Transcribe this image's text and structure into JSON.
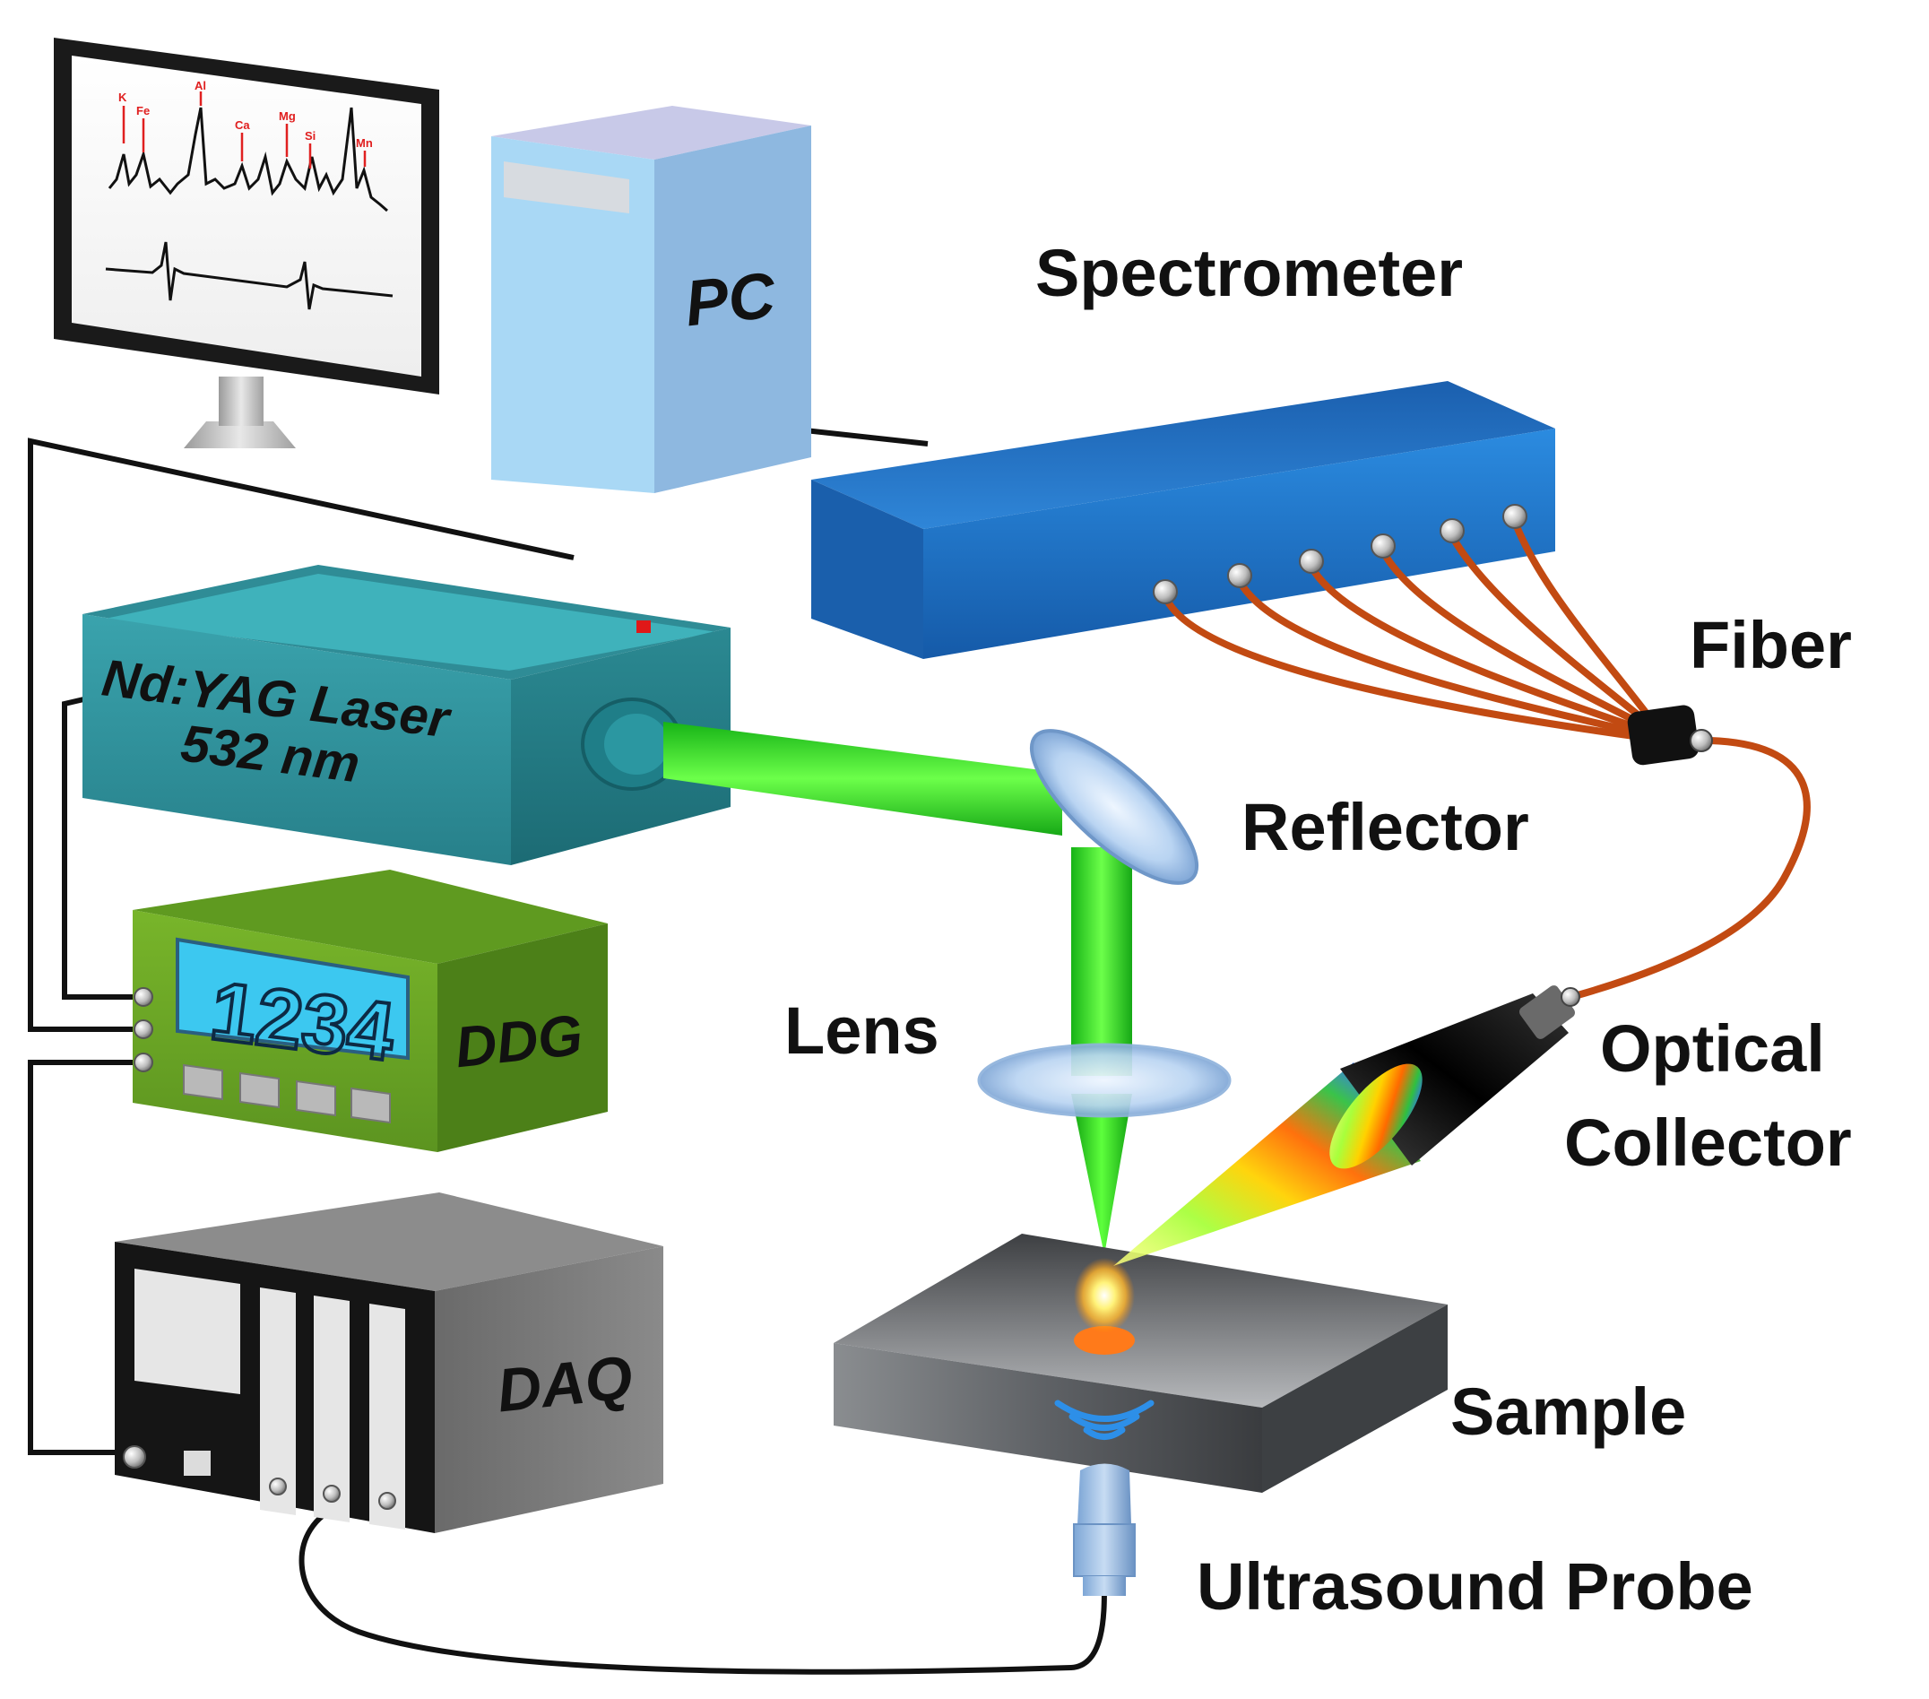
{
  "labels": {
    "pc": "PC",
    "spectrometer": "Spectrometer",
    "fiber": "Fiber",
    "laser_line1": "Nd:YAG Laser",
    "laser_line2": "532 nm",
    "reflector": "Reflector",
    "lens": "Lens",
    "ddg": "DDG",
    "ddg_display": "1234",
    "optical_line1": "Optical",
    "optical_line2": "Collector",
    "daq": "DAQ",
    "sample": "Sample",
    "ultrasound_probe": "Ultrasound Probe"
  },
  "monitor_markers": [
    "K",
    "Fe",
    "Al",
    "Ca",
    "Mg",
    "Si",
    "Mn"
  ],
  "colors": {
    "laser_beam": "#22dd22",
    "laser_body": "#3a9ea6",
    "spectrometer_body": "#1f73c8",
    "ddg_body": "#6aa424",
    "ddg_display": "#3cc8f0",
    "pc_front": "#a9d8f5",
    "pc_side": "#8ab3dc",
    "fiber": "#c24a12",
    "daq_body": "#1a1a1a",
    "sample_body": "#555a60",
    "plasma": "#ff7a1a",
    "cable": "#111111",
    "marker": "#e02020"
  }
}
